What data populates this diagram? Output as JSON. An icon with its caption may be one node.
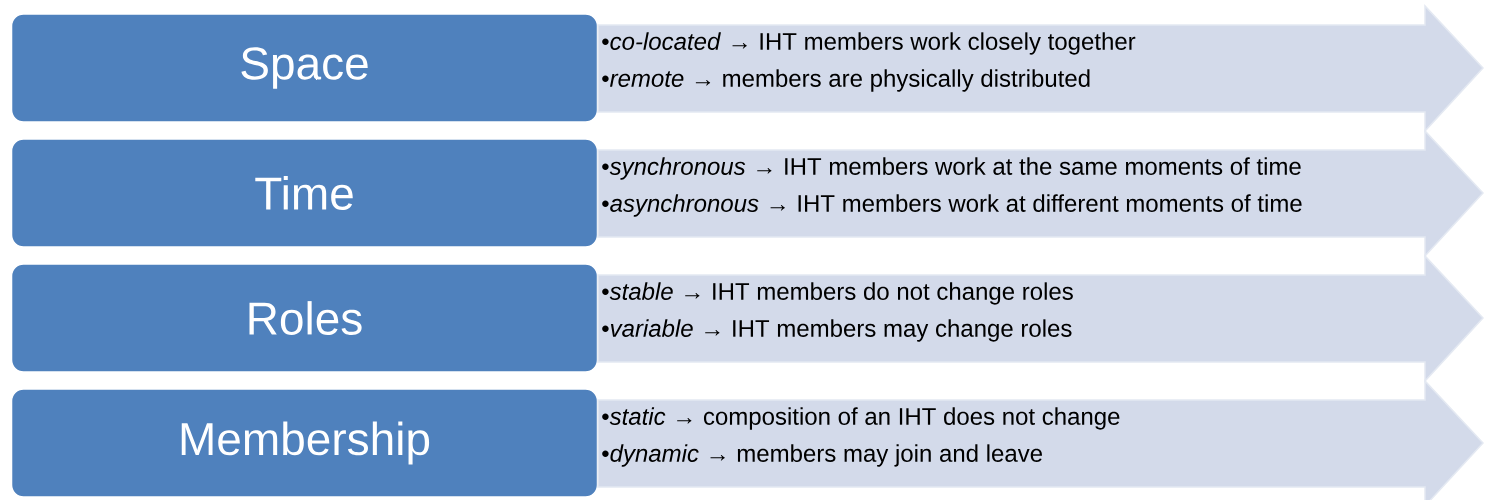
{
  "diagram": {
    "nodes": [
      {
        "text": [
          "Space"
        ]
      },
      {
        "text": [
          "•*co-located* → IHT members work closely together",
          "•*remote* → members are physically distributed"
        ]
      },
      {
        "text": [
          "Time"
        ]
      },
      {
        "text": [
          "•*synchronous* → IHT members work at the same moments of time",
          "•*asynchronous* → IHT members work at different moments of time"
        ]
      },
      {
        "text": [
          "Roles"
        ]
      },
      {
        "text": [
          "•*stable* → IHT members do not change roles",
          "•*variable* → IHT members may change roles"
        ]
      },
      {
        "text": [
          "Membership"
        ]
      },
      {
        "text": [
          "•*static* → composition of an IHT does not change",
          "•*dynamic* → members may join and leave"
        ]
      }
    ]
  }
}
